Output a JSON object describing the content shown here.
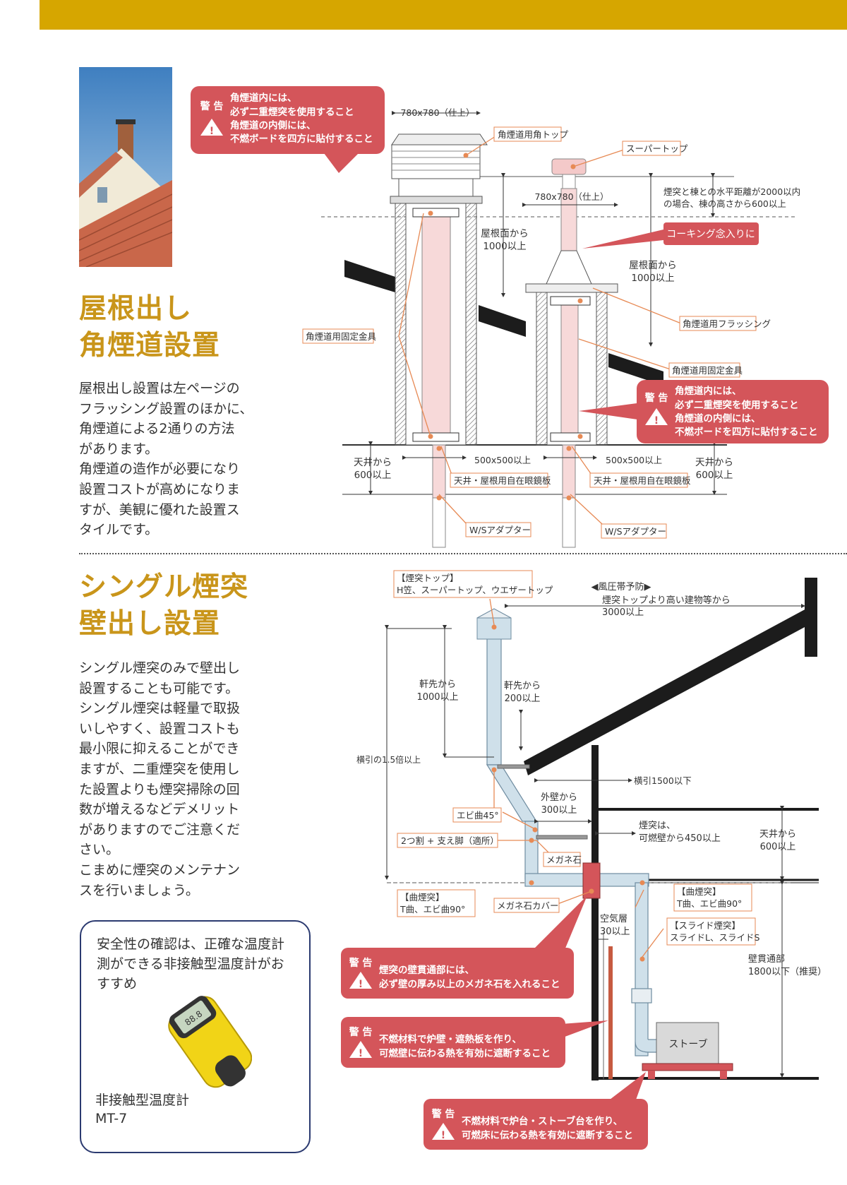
{
  "section1": {
    "title_line1": "屋根出し",
    "title_line2": "角煙道設置",
    "body": [
      "屋根出し設置は左ページの",
      "フラッシング設置のほかに、",
      "角煙道による2通りの方法",
      "があります。",
      "角煙道の造作が必要になり",
      "設置コストが高めになりま",
      "すが、美観に優れた設置ス",
      "タイルです。"
    ]
  },
  "section2": {
    "title_line1": "シングル煙突",
    "title_line2": "壁出し設置",
    "body": [
      "シングル煙突のみで壁出し",
      "設置することも可能です。",
      "シングル煙突は軽量で取扱",
      "いしやすく、設置コストも",
      "最小限に抑えることができ",
      "ますが、二重煙突を使用し",
      "た設置よりも煙突掃除の回",
      "数が増えるなどデメリット",
      "がありますのでご注意くだ",
      "さい。",
      "こまめに煙突のメンテナン",
      "スを行いましょう。"
    ]
  },
  "info_box": {
    "text": [
      "安全性の確認は、正確な温度計",
      "測ができる非接触型温度計がお",
      "すすめ"
    ],
    "device_name": "非接触型温度計",
    "device_model": "MT-7",
    "display_reading": "88.8"
  },
  "warning_word": "警 告",
  "diagram1": {
    "warning1": [
      "角煙道内には、",
      "必ず二重煙突を使用すること",
      "角煙道の内側には、",
      "不燃ボードを四方に貼付すること"
    ],
    "warning2": [
      "角煙道内には、",
      "必ず二重煙突を使用すること",
      "角煙道の内側には、",
      "不燃ボードを四方に貼付すること"
    ],
    "dim_top": "780x780（仕上）",
    "dim_mid": "780x780（仕上）",
    "label_top": "角煙道用角トップ",
    "label_super": "スーパートップ",
    "note_distance": [
      "煙突と棟との水平距離が2000以内",
      "の場合、棟の高さから600以上"
    ],
    "caulking": "コーキング念入りに",
    "roof1": [
      "屋根面から",
      "1000以上"
    ],
    "roof2": [
      "屋根面から",
      "1000以上"
    ],
    "flashing": "角煙道用フラッシング",
    "fixing_left": "角煙道用固定金具",
    "fixing_right": "角煙道用固定金具",
    "ceiling_left": [
      "天井から",
      "600以上"
    ],
    "ceiling_right": [
      "天井から",
      "600以上"
    ],
    "size_left": "500x500以上",
    "size_right": "500x500以上",
    "plate_left": "天井・屋根用自在眼鏡板",
    "plate_right": "天井・屋根用自在眼鏡板",
    "adapter_left": "W/Sアダプター",
    "adapter_right": "W/Sアダプター"
  },
  "diagram2": {
    "chimney_top": [
      "【煙突トップ】",
      "H笠、スーパートップ、ウエザートップ"
    ],
    "wind": [
      "◀風圧帯予防▶",
      "煙突トップより高い建物等から",
      "3000以上"
    ],
    "eave1": [
      "軒先から",
      "1000以上"
    ],
    "eave2": [
      "軒先から",
      "200以上"
    ],
    "horizontal_ratio": "横引の1.5倍以上",
    "horizontal_max": "横引1500以下",
    "outer_wall": [
      "外壁から",
      "300以上"
    ],
    "ebi45": "エビ曲45°",
    "split": "2つ割 + 支え脚（適所）",
    "chimney_distance": [
      "煙突は、",
      "可燃壁から450以上"
    ],
    "ceiling": [
      "天井から",
      "600以上"
    ],
    "meganeishi": "メガネ石",
    "bend_left": [
      "【曲煙突】",
      "T曲、エビ曲90°"
    ],
    "bend_right": [
      "【曲煙突】",
      "T曲、エビ曲90°"
    ],
    "cover": "メガネ石カバー",
    "air_layer": [
      "空気層",
      "30以上"
    ],
    "slide": [
      "【スライド煙突】",
      "スライドL、スライドS"
    ],
    "wall_through": [
      "壁貫通部",
      "1800以下（推奨）"
    ],
    "stove": "ストーブ",
    "warning_wall": [
      "煙突の壁貫通部には、",
      "必ず壁の厚み以上のメガネ石を入れること"
    ],
    "warning_shield": [
      "不燃材料で炉壁・遮熱板を作り、",
      "可燃壁に伝わる熱を有効に遮断すること"
    ],
    "warning_floor": [
      "不燃材料で炉台・ストーブ台を作り、",
      "可燃床に伝わる熱を有効に遮断すること"
    ]
  }
}
